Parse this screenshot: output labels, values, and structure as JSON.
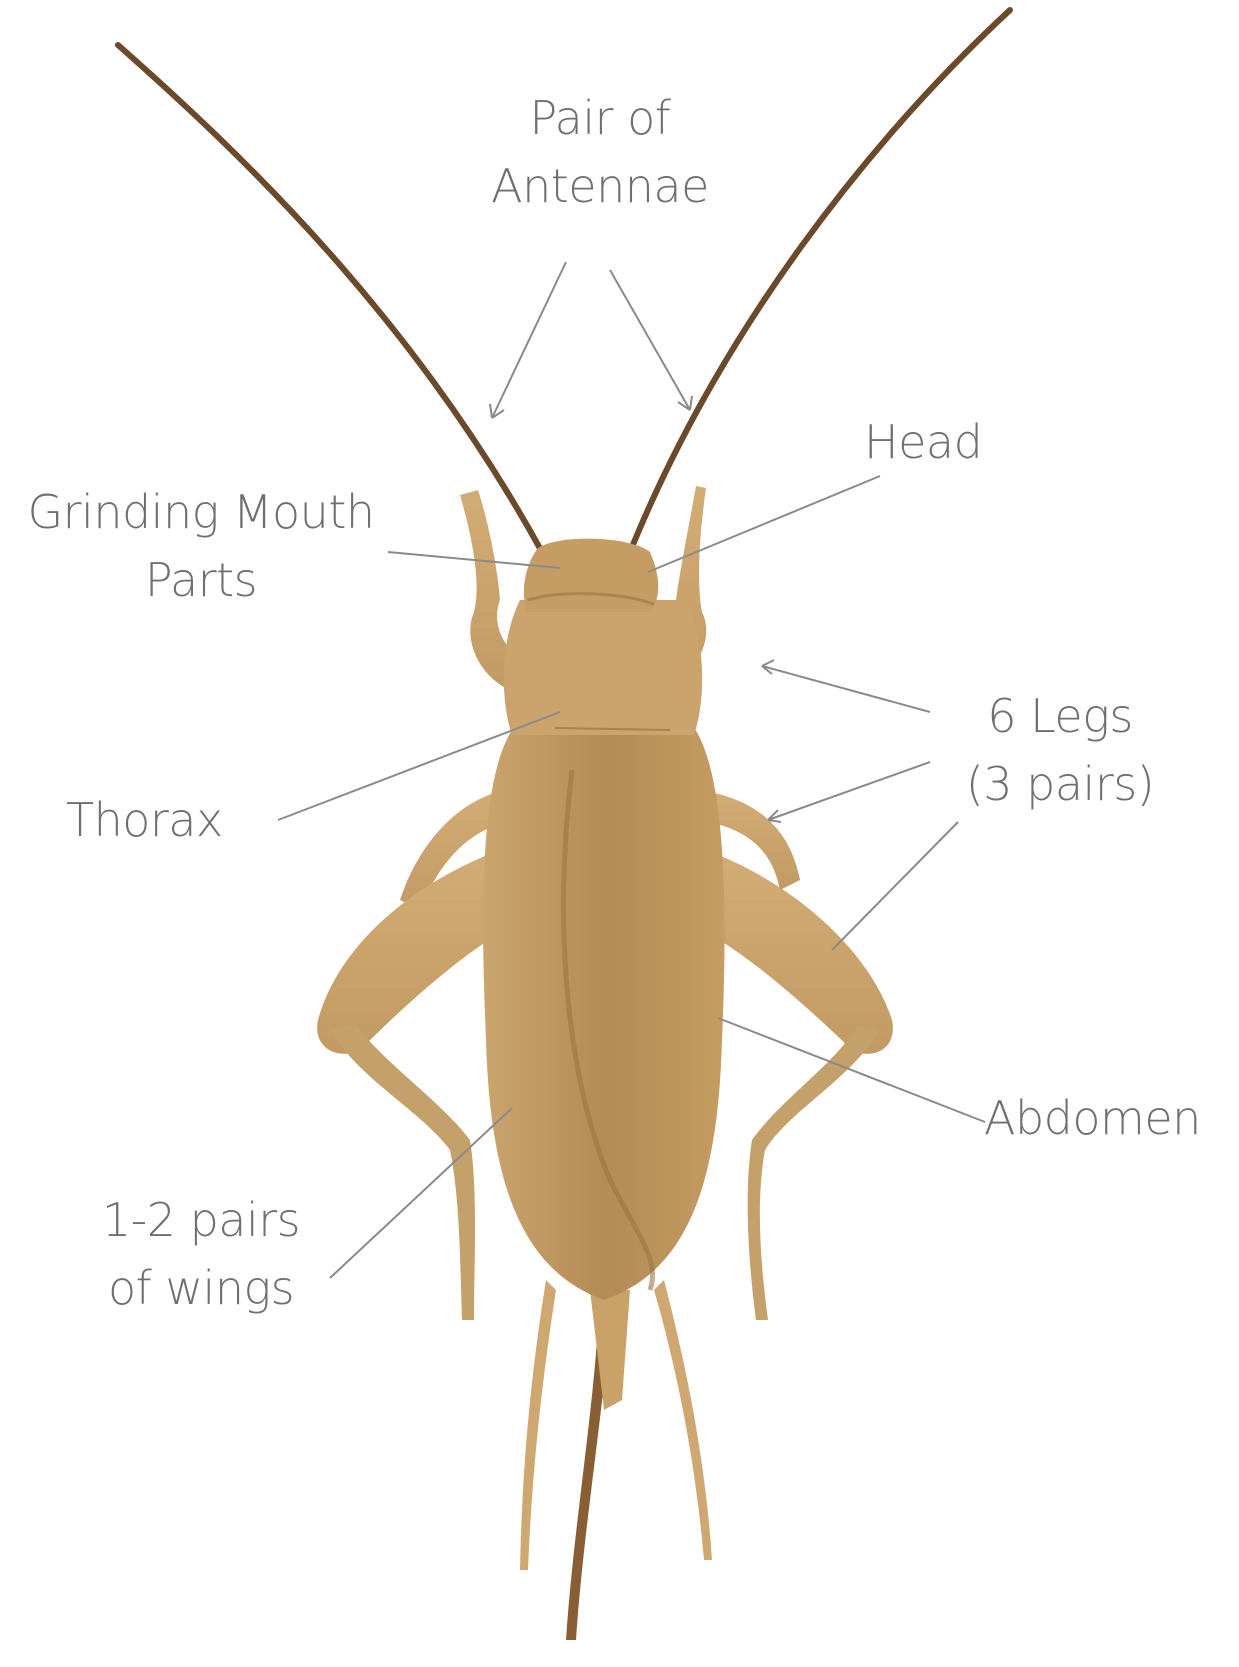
{
  "labels": {
    "antennae": [
      "Pair of",
      "Antennae"
    ],
    "head": "Head",
    "mouth": [
      "Grinding Mouth",
      "Parts"
    ],
    "legs": [
      "6 Legs",
      "(3 pairs)"
    ],
    "thorax": "Thorax",
    "abdomen": "Abdomen",
    "wings": [
      "1-2 pairs",
      "of wings"
    ]
  },
  "colors": {
    "label_text": "#6f6f6f",
    "leader_line": "#8a8a8a",
    "body": "#c9a26a",
    "body_dark": "#a9824f",
    "antenna": "#6b4a2b"
  }
}
